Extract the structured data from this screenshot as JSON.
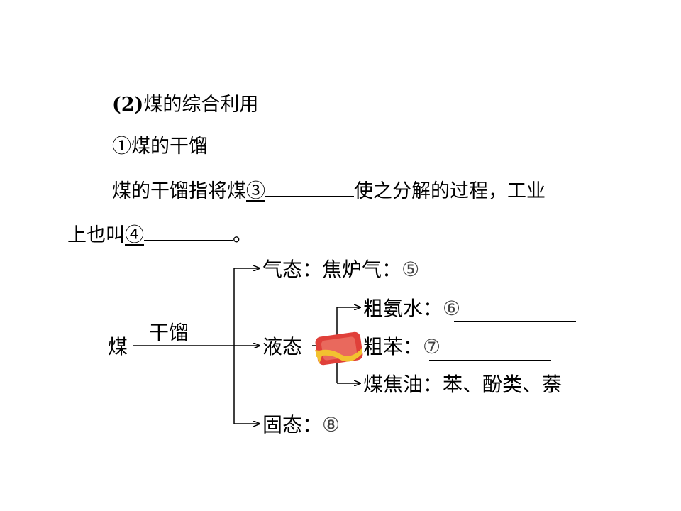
{
  "text": {
    "heading_num": "(2)",
    "heading": "煤的综合利用",
    "sub_heading": "①煤的干馏",
    "para_start": "煤的干馏指将煤",
    "blank3": "③",
    "para_mid": "使之分解的过程，工业",
    "para_line2_start": "上也叫",
    "blank4": "④",
    "para_end": "。"
  },
  "diagram": {
    "source": "煤",
    "process": "干馏",
    "gas_state": "气态",
    "gas_products": "焦炉气",
    "gas_blank": "⑤",
    "liquid_state": "液态",
    "liquid_items": [
      {
        "name": "粗氨水",
        "blank": "⑥"
      },
      {
        "name": "粗苯",
        "blank": "⑦"
      },
      {
        "name": "煤焦油",
        "value": "苯、酚类、萘"
      }
    ],
    "solid_state": "固态",
    "solid_blank": "⑧",
    "colon": "："
  },
  "colors": {
    "badge_red": "#e0403a",
    "badge_yellow": "#f2c230"
  }
}
